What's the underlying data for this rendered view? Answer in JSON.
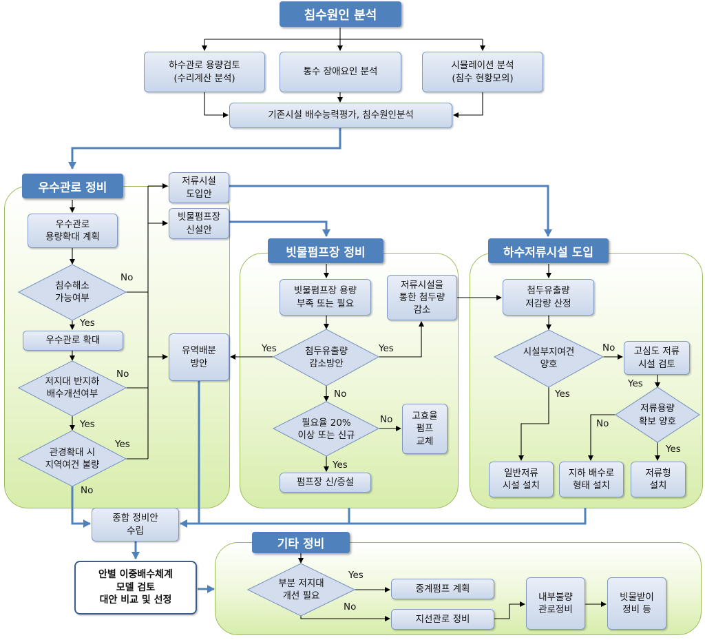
{
  "title": "침수원인 분석",
  "analysis": {
    "sewer_capacity": "하수관로 용량검토\n(수리계산 분석)",
    "obstacle": "통수 장애요인 분석",
    "simulation": "시뮬레이션 분석\n(침수 현황모의)",
    "evaluation": "기존시설 배수능력평가, 침수원인분석"
  },
  "sections": {
    "stormwater": "우수관로 정비",
    "pump": "빗물펌프장 정비",
    "retention": "하수저류시설 도입",
    "other": "기타 정비"
  },
  "nodes": {
    "retention_option": "저류시설\n도입안",
    "pump_option": "빗물펌프장\n신설안",
    "expand_plan": "우수관로\n용량확대 계획",
    "flood_resolve": "침수해소\n가능여부",
    "expand": "우수관로 확대",
    "basement": "저지대 반지하\n배수개선여부",
    "pipe_limit": "관경확대 시\n지역여건 불량",
    "diversion": "유역배분\n방안",
    "pump_need": "빗물펌프장 용량\n부족 또는 필요",
    "peak_reduce_method": "첨두유출량\n감소방안",
    "retention_reduce": "저류시설을\n통한 첨두량\n감소",
    "ratio": "필요율 20%\n이상 또는 신규",
    "high_eff": "고효율\n펌프\n교체",
    "pump_build": "펌프장 신/증설",
    "peak_calc": "첨두유출량\n저감량 산정",
    "site_cond": "시설부지여건\n양호",
    "high_density": "고심도 저류\n시설 검토",
    "capacity_ok": "저류용량\n확보 양호",
    "general_ret": "일반저류\n시설 설치",
    "underground": "지하 배수로\n형태 설치",
    "ret_type": "저류형\n설치",
    "comprehensive": "종합 정비안\n수립",
    "model_review": "안별 이중배수체계\n모델 검토\n대안 비교 및 선정",
    "partial_low": "부분 저지대\n개선 필요",
    "relay_pump": "중계펌프 계획",
    "branch_pipe": "지선관로 정비",
    "internal_pipe": "내부불량\n관로정비",
    "rain_inlet": "빗물받이\n정비 등"
  },
  "labels": {
    "yes": "Yes",
    "no": "No"
  }
}
